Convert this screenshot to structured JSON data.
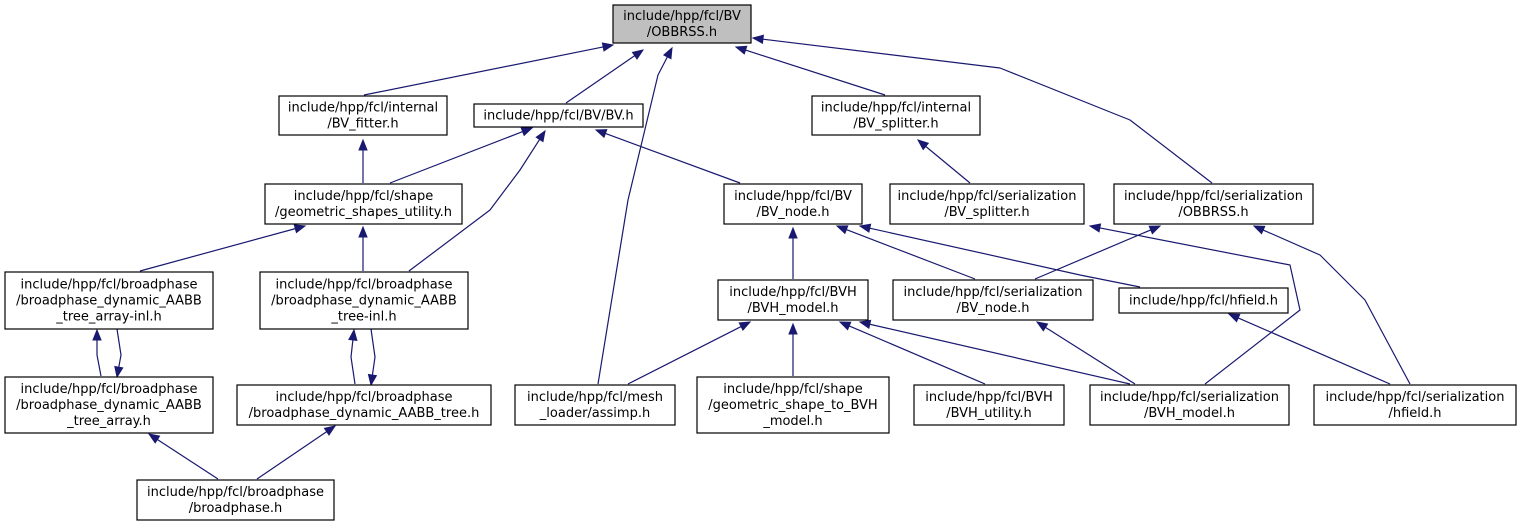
{
  "graph": {
    "root": "obbrss",
    "colors": {
      "edge": "#191970",
      "root_fill": "#bfbfbf",
      "node_fill": "#ffffff",
      "border": "#000000"
    },
    "nodes": [
      {
        "id": "obbrss",
        "lines": [
          "include/hpp/fcl/BV",
          "/OBBRSS.h"
        ]
      },
      {
        "id": "internal_bv_fitter",
        "lines": [
          "include/hpp/fcl/internal",
          "/BV_fitter.h"
        ]
      },
      {
        "id": "bv_bv",
        "lines": [
          "include/hpp/fcl/BV/BV.h"
        ]
      },
      {
        "id": "internal_bv_splitter",
        "lines": [
          "include/hpp/fcl/internal",
          "/BV_splitter.h"
        ]
      },
      {
        "id": "geometric_shapes_utility",
        "lines": [
          "include/hpp/fcl/shape",
          "/geometric_shapes_utility.h"
        ]
      },
      {
        "id": "bv_node",
        "lines": [
          "include/hpp/fcl/BV",
          "/BV_node.h"
        ]
      },
      {
        "id": "ser_bv_splitter",
        "lines": [
          "include/hpp/fcl/serialization",
          "/BV_splitter.h"
        ]
      },
      {
        "id": "ser_obbrss",
        "lines": [
          "include/hpp/fcl/serialization",
          "/OBBRSS.h"
        ]
      },
      {
        "id": "bp_tree_array_inl",
        "lines": [
          "include/hpp/fcl/broadphase",
          "/broadphase_dynamic_AABB",
          "_tree_array-inl.h"
        ]
      },
      {
        "id": "bp_tree_inl",
        "lines": [
          "include/hpp/fcl/broadphase",
          "/broadphase_dynamic_AABB",
          "_tree-inl.h"
        ]
      },
      {
        "id": "bvh_model",
        "lines": [
          "include/hpp/fcl/BVH",
          "/BVH_model.h"
        ]
      },
      {
        "id": "ser_bv_node",
        "lines": [
          "include/hpp/fcl/serialization",
          "/BV_node.h"
        ]
      },
      {
        "id": "hfield",
        "lines": [
          "include/hpp/fcl/hfield.h"
        ]
      },
      {
        "id": "bp_tree_array",
        "lines": [
          "include/hpp/fcl/broadphase",
          "/broadphase_dynamic_AABB",
          "_tree_array.h"
        ]
      },
      {
        "id": "bp_tree",
        "lines": [
          "include/hpp/fcl/broadphase",
          "/broadphase_dynamic_AABB_tree.h"
        ]
      },
      {
        "id": "mesh_loader_assimp",
        "lines": [
          "include/hpp/fcl/mesh",
          "_loader/assimp.h"
        ]
      },
      {
        "id": "geometric_shape_to_bvh",
        "lines": [
          "include/hpp/fcl/shape",
          "/geometric_shape_to_BVH",
          "_model.h"
        ]
      },
      {
        "id": "bvh_utility",
        "lines": [
          "include/hpp/fcl/BVH",
          "/BVH_utility.h"
        ]
      },
      {
        "id": "ser_bvh_model",
        "lines": [
          "include/hpp/fcl/serialization",
          "/BVH_model.h"
        ]
      },
      {
        "id": "ser_hfield",
        "lines": [
          "include/hpp/fcl/serialization",
          "/hfield.h"
        ]
      },
      {
        "id": "broadphase",
        "lines": [
          "include/hpp/fcl/broadphase",
          "/broadphase.h"
        ]
      }
    ],
    "edges": [
      {
        "from": "internal_bv_fitter",
        "to": "obbrss"
      },
      {
        "from": "bv_bv",
        "to": "obbrss"
      },
      {
        "from": "mesh_loader_assimp",
        "to": "obbrss"
      },
      {
        "from": "internal_bv_splitter",
        "to": "obbrss"
      },
      {
        "from": "ser_obbrss",
        "to": "obbrss"
      },
      {
        "from": "geometric_shapes_utility",
        "to": "internal_bv_fitter"
      },
      {
        "from": "geometric_shapes_utility",
        "to": "bv_bv"
      },
      {
        "from": "bp_tree_inl",
        "to": "bv_bv"
      },
      {
        "from": "bv_node",
        "to": "bv_bv"
      },
      {
        "from": "ser_bv_splitter",
        "to": "internal_bv_splitter"
      },
      {
        "from": "bp_tree_array_inl",
        "to": "geometric_shapes_utility"
      },
      {
        "from": "bp_tree_inl",
        "to": "geometric_shapes_utility"
      },
      {
        "from": "bvh_model",
        "to": "bv_node"
      },
      {
        "from": "ser_bv_node",
        "to": "bv_node"
      },
      {
        "from": "hfield",
        "to": "bv_node"
      },
      {
        "from": "ser_bvh_model",
        "to": "ser_bv_splitter"
      },
      {
        "from": "ser_bv_node",
        "to": "ser_obbrss"
      },
      {
        "from": "ser_hfield",
        "to": "ser_obbrss"
      },
      {
        "from": "bp_tree_array",
        "to": "bp_tree_array_inl"
      },
      {
        "from": "bp_tree_array_inl",
        "to": "bp_tree_array"
      },
      {
        "from": "bp_tree",
        "to": "bp_tree_inl"
      },
      {
        "from": "bp_tree_inl",
        "to": "bp_tree"
      },
      {
        "from": "mesh_loader_assimp",
        "to": "bvh_model"
      },
      {
        "from": "geometric_shape_to_bvh",
        "to": "bvh_model"
      },
      {
        "from": "bvh_utility",
        "to": "bvh_model"
      },
      {
        "from": "ser_bvh_model",
        "to": "bvh_model"
      },
      {
        "from": "ser_bvh_model",
        "to": "ser_bv_node"
      },
      {
        "from": "ser_hfield",
        "to": "hfield"
      },
      {
        "from": "broadphase",
        "to": "bp_tree_array"
      },
      {
        "from": "broadphase",
        "to": "bp_tree"
      }
    ]
  }
}
